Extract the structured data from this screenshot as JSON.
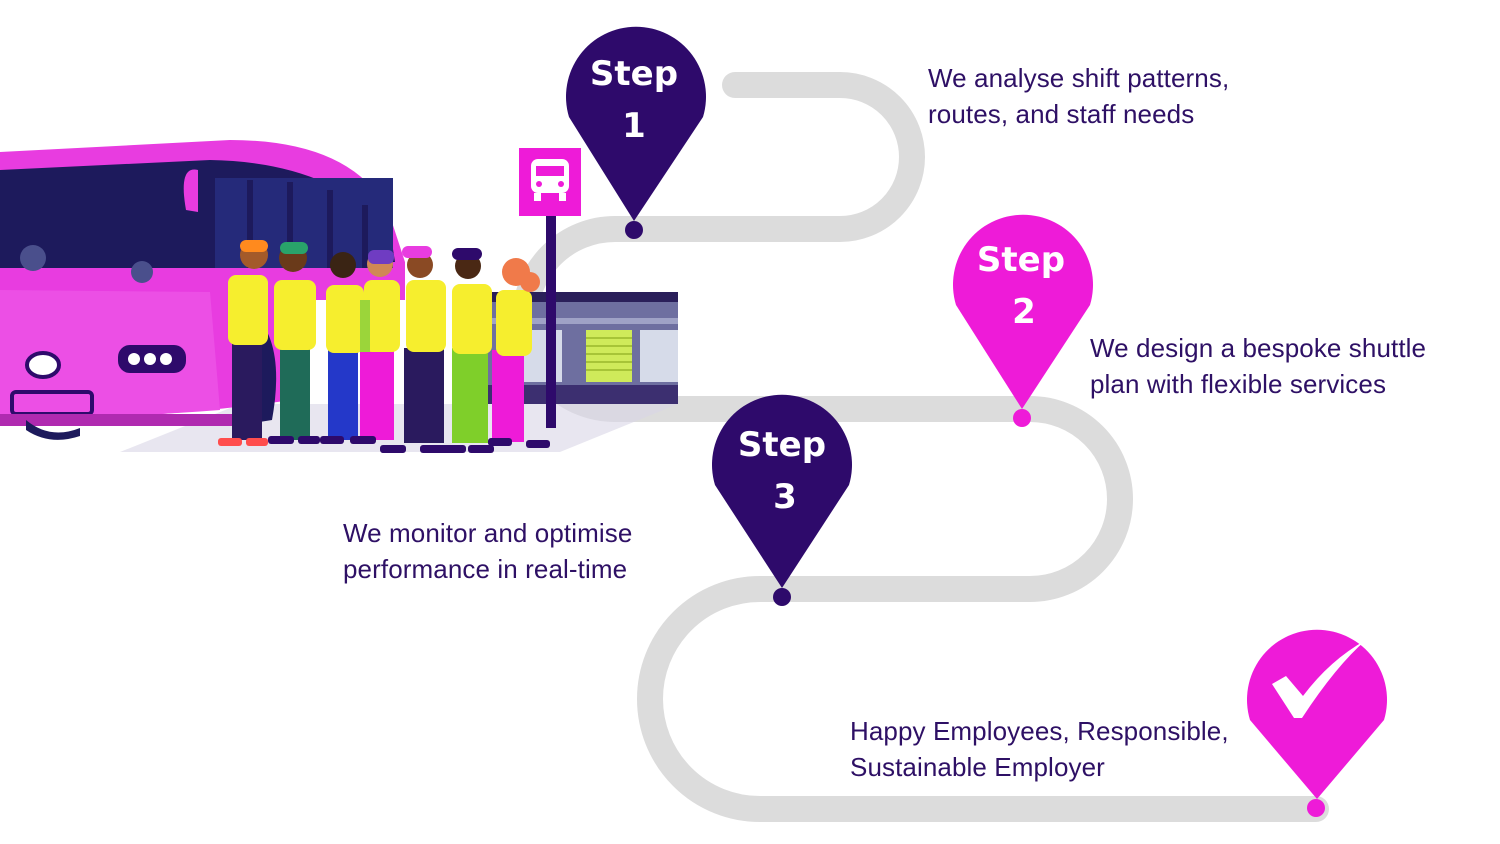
{
  "colors": {
    "navy": "#2e0a6b",
    "magenta": "#ee1bd8",
    "road": "#dcdcdc",
    "text": "#2e1065",
    "bus": "#e83ce0",
    "hi_vis": "#f6ee2e"
  },
  "steps": [
    {
      "title": "Step",
      "number": "1",
      "description": [
        "We analyse shift patterns,",
        "routes, and staff needs"
      ]
    },
    {
      "title": "Step",
      "number": "2",
      "description": [
        "We design a bespoke shuttle",
        "plan with flexible services"
      ]
    },
    {
      "title": "Step",
      "number": "3",
      "description": [
        "We monitor and optimise",
        "performance in real-time"
      ]
    }
  ],
  "outcome": {
    "icon": "checkmark-icon",
    "description": [
      "Happy Employees, Responsible,",
      "Sustainable Employer"
    ]
  },
  "illustration": {
    "icons": [
      "bus-icon",
      "bus-stop-sign-icon",
      "commuter-workers-icon",
      "warehouse-icon"
    ]
  }
}
